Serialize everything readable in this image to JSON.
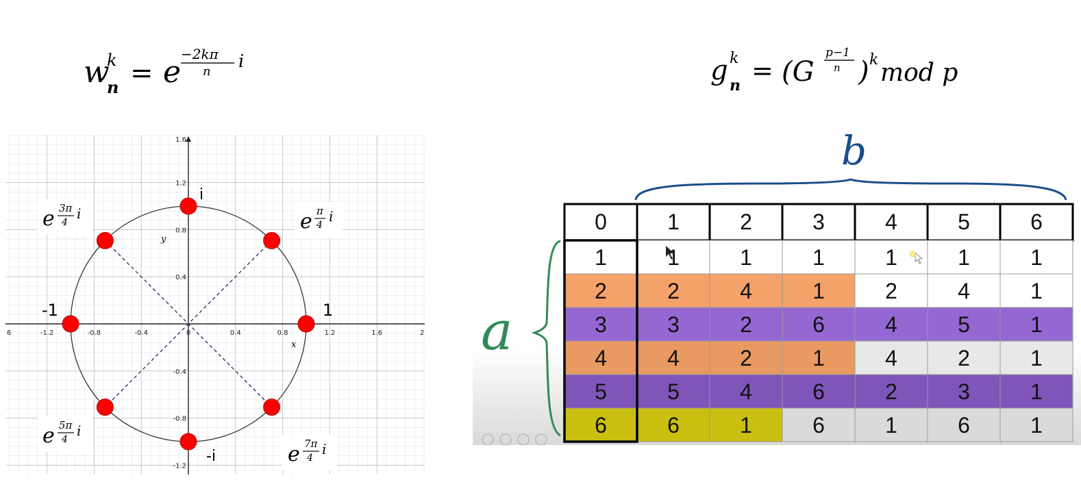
{
  "formulas": {
    "w": {
      "base": "w",
      "sub": "n",
      "sup": "k",
      "eq": "=",
      "exp_base": "e",
      "exp_num": "−2kπ",
      "exp_den": "n",
      "exp_suffix": "i"
    },
    "g": {
      "base": "g",
      "sub": "n",
      "sup": "k",
      "eq": "=",
      "open": "(G",
      "exp_num": "p−1",
      "exp_den": "n",
      "close": ")",
      "power": "k",
      "tail": "mod p"
    }
  },
  "plot": {
    "x_ticks": [
      "6",
      "-1.2",
      "-0.8",
      "-0.4",
      "0",
      "0.4",
      "0.8",
      "1.2",
      "1.6",
      "2"
    ],
    "y_ticks": [
      "1.6",
      "1.2",
      "0.8",
      "0.4",
      "-0.4",
      "-0.8",
      "-1.2"
    ],
    "x_axis_label": "x",
    "y_axis_label": "y",
    "point_labels": {
      "right": "1",
      "left": "-1",
      "top": "i",
      "bottom": "-i"
    },
    "root_labels": [
      {
        "num": "π",
        "den": "4",
        "base": "e",
        "suffix": "i"
      },
      {
        "num": "3π",
        "den": "4",
        "base": "e",
        "suffix": "i"
      },
      {
        "num": "5π",
        "den": "4",
        "base": "e",
        "suffix": "i"
      },
      {
        "num": "7π",
        "den": "4",
        "base": "e",
        "suffix": "i"
      }
    ],
    "point_color": "#ff0000",
    "points_angles_deg": [
      0,
      45,
      90,
      135,
      180,
      225,
      270,
      315
    ]
  },
  "annotations": {
    "b": "b",
    "a": "a",
    "ink_color": "#1a4e8a",
    "a_color": "#2e8b57"
  },
  "table": {
    "header": [
      "0",
      "1",
      "2",
      "3",
      "4",
      "5",
      "6"
    ],
    "rows": [
      [
        "1",
        "1",
        "1",
        "1",
        "1",
        "1",
        "1"
      ],
      [
        "2",
        "2",
        "4",
        "1",
        "2",
        "4",
        "1"
      ],
      [
        "3",
        "3",
        "2",
        "6",
        "4",
        "5",
        "1"
      ],
      [
        "4",
        "4",
        "2",
        "1",
        "4",
        "2",
        "1"
      ],
      [
        "5",
        "5",
        "4",
        "6",
        "2",
        "3",
        "1"
      ],
      [
        "6",
        "6",
        "1",
        "6",
        "1",
        "6",
        "1"
      ]
    ],
    "row_colors": [
      [
        "#ffffff",
        "#ffffff",
        "#ffffff",
        "#ffffff",
        "#ffffff",
        "#ffffff",
        "#ffffff"
      ],
      [
        "#f4a26a",
        "#f4a26a",
        "#f4a26a",
        "#f4a26a",
        "#ffffff",
        "#ffffff",
        "#ffffff"
      ],
      [
        "#9567d3",
        "#9567d3",
        "#9567d3",
        "#9567d3",
        "#9567d3",
        "#9567d3",
        "#9567d3"
      ],
      [
        "#e89a62",
        "#e89a62",
        "#e89a62",
        "#e89a62",
        "#e8e8e8",
        "#e8e8e8",
        "#e8e8e8"
      ],
      [
        "#8055b9",
        "#8055b9",
        "#8055b9",
        "#8055b9",
        "#8055b9",
        "#8055b9",
        "#8055b9"
      ],
      [
        "#c9bf10",
        "#c9bf10",
        "#c9bf10",
        "#dadada",
        "#dadada",
        "#dadada",
        "#dadada"
      ]
    ]
  }
}
